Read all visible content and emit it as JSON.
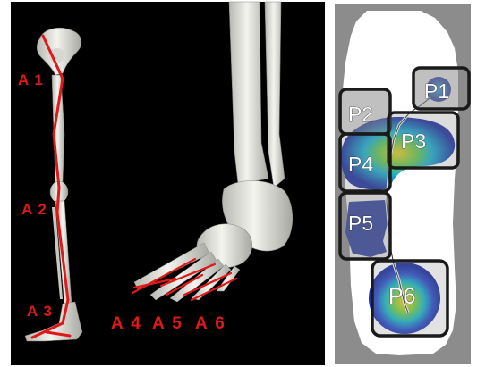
{
  "skeleton_panel": {
    "leg_labels": [
      "A 1",
      "A 2",
      "A 3"
    ],
    "foot_labels": [
      "A 4",
      "A 5",
      "A 6"
    ]
  },
  "insole_panel": {
    "regions": [
      "P1",
      "P2",
      "P3",
      "P4",
      "P5",
      "P6"
    ]
  },
  "colors": {
    "panel_background": "#000000",
    "annotation_red": "#e01818",
    "bone": "#e8e8e2",
    "insole_gray": "#8c8c8c",
    "region_box": "#1a1a1a",
    "pressure_low": "#1a2ea0",
    "pressure_mid": "#18b8c8",
    "pressure_high": "#f0d020"
  }
}
